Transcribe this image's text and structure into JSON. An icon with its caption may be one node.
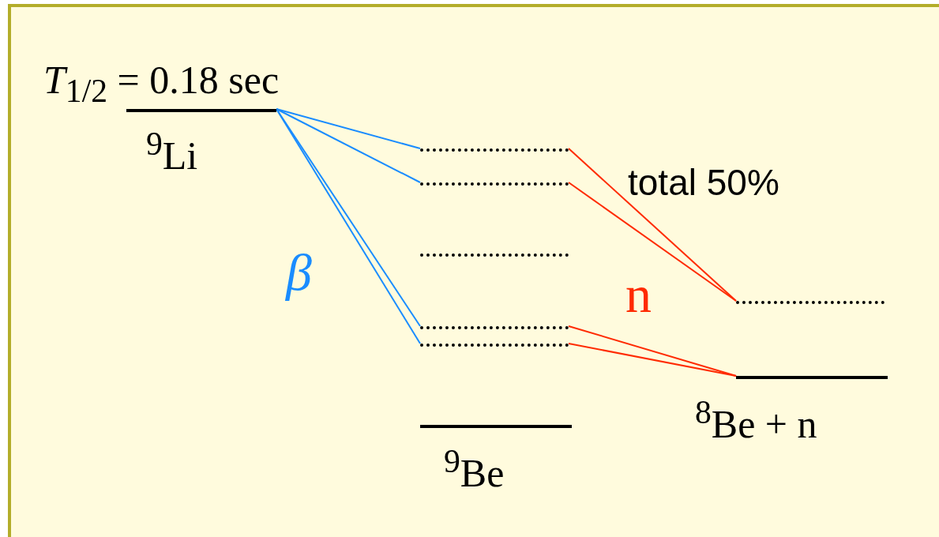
{
  "diagram": {
    "nodes": [
      {
        "text": [
          "*T*$_{1/2}$ = 0.18 sec",
          "$^{9}$Li"
        ]
      },
      {
        "text": [],
        "shape": "bar"
      },
      {
        "text": [],
        "shape": "bar"
      },
      {
        "text": [],
        "shape": "bar"
      },
      {
        "text": [],
        "shape": "bar"
      },
      {
        "text": [],
        "shape": "bar"
      },
      {
        "text": [
          "$^{9}$Be"
        ]
      },
      {
        "text": [],
        "shape": "bar"
      },
      {
        "text": [
          "$^{8}$Be + n"
        ]
      }
    ],
    "edges": [
      {
        "from": 0,
        "to": 1,
        "arrow": "none",
        "color": "#1a8cff"
      },
      {
        "from": 0,
        "to": 2,
        "arrow": "none",
        "color": "#1a8cff"
      },
      {
        "from": 0,
        "to": 4,
        "arrow": "none",
        "color": "#1a8cff"
      },
      {
        "from": 0,
        "to": 5,
        "arrow": "none",
        "color": "#1a8cff"
      },
      {
        "from": 1,
        "to": 7,
        "arrow": "none",
        "color": "#ff2a00"
      },
      {
        "from": 2,
        "to": 7,
        "arrow": "none",
        "color": "#ff2a00"
      },
      {
        "from": 4,
        "to": 8,
        "arrow": "none",
        "color": "#ff2a00"
      },
      {
        "from": 5,
        "to": 8,
        "arrow": "none",
        "color": "#ff2a00"
      }
    ],
    "labels": [
      "total 50%",
      "β",
      "n"
    ]
  }
}
